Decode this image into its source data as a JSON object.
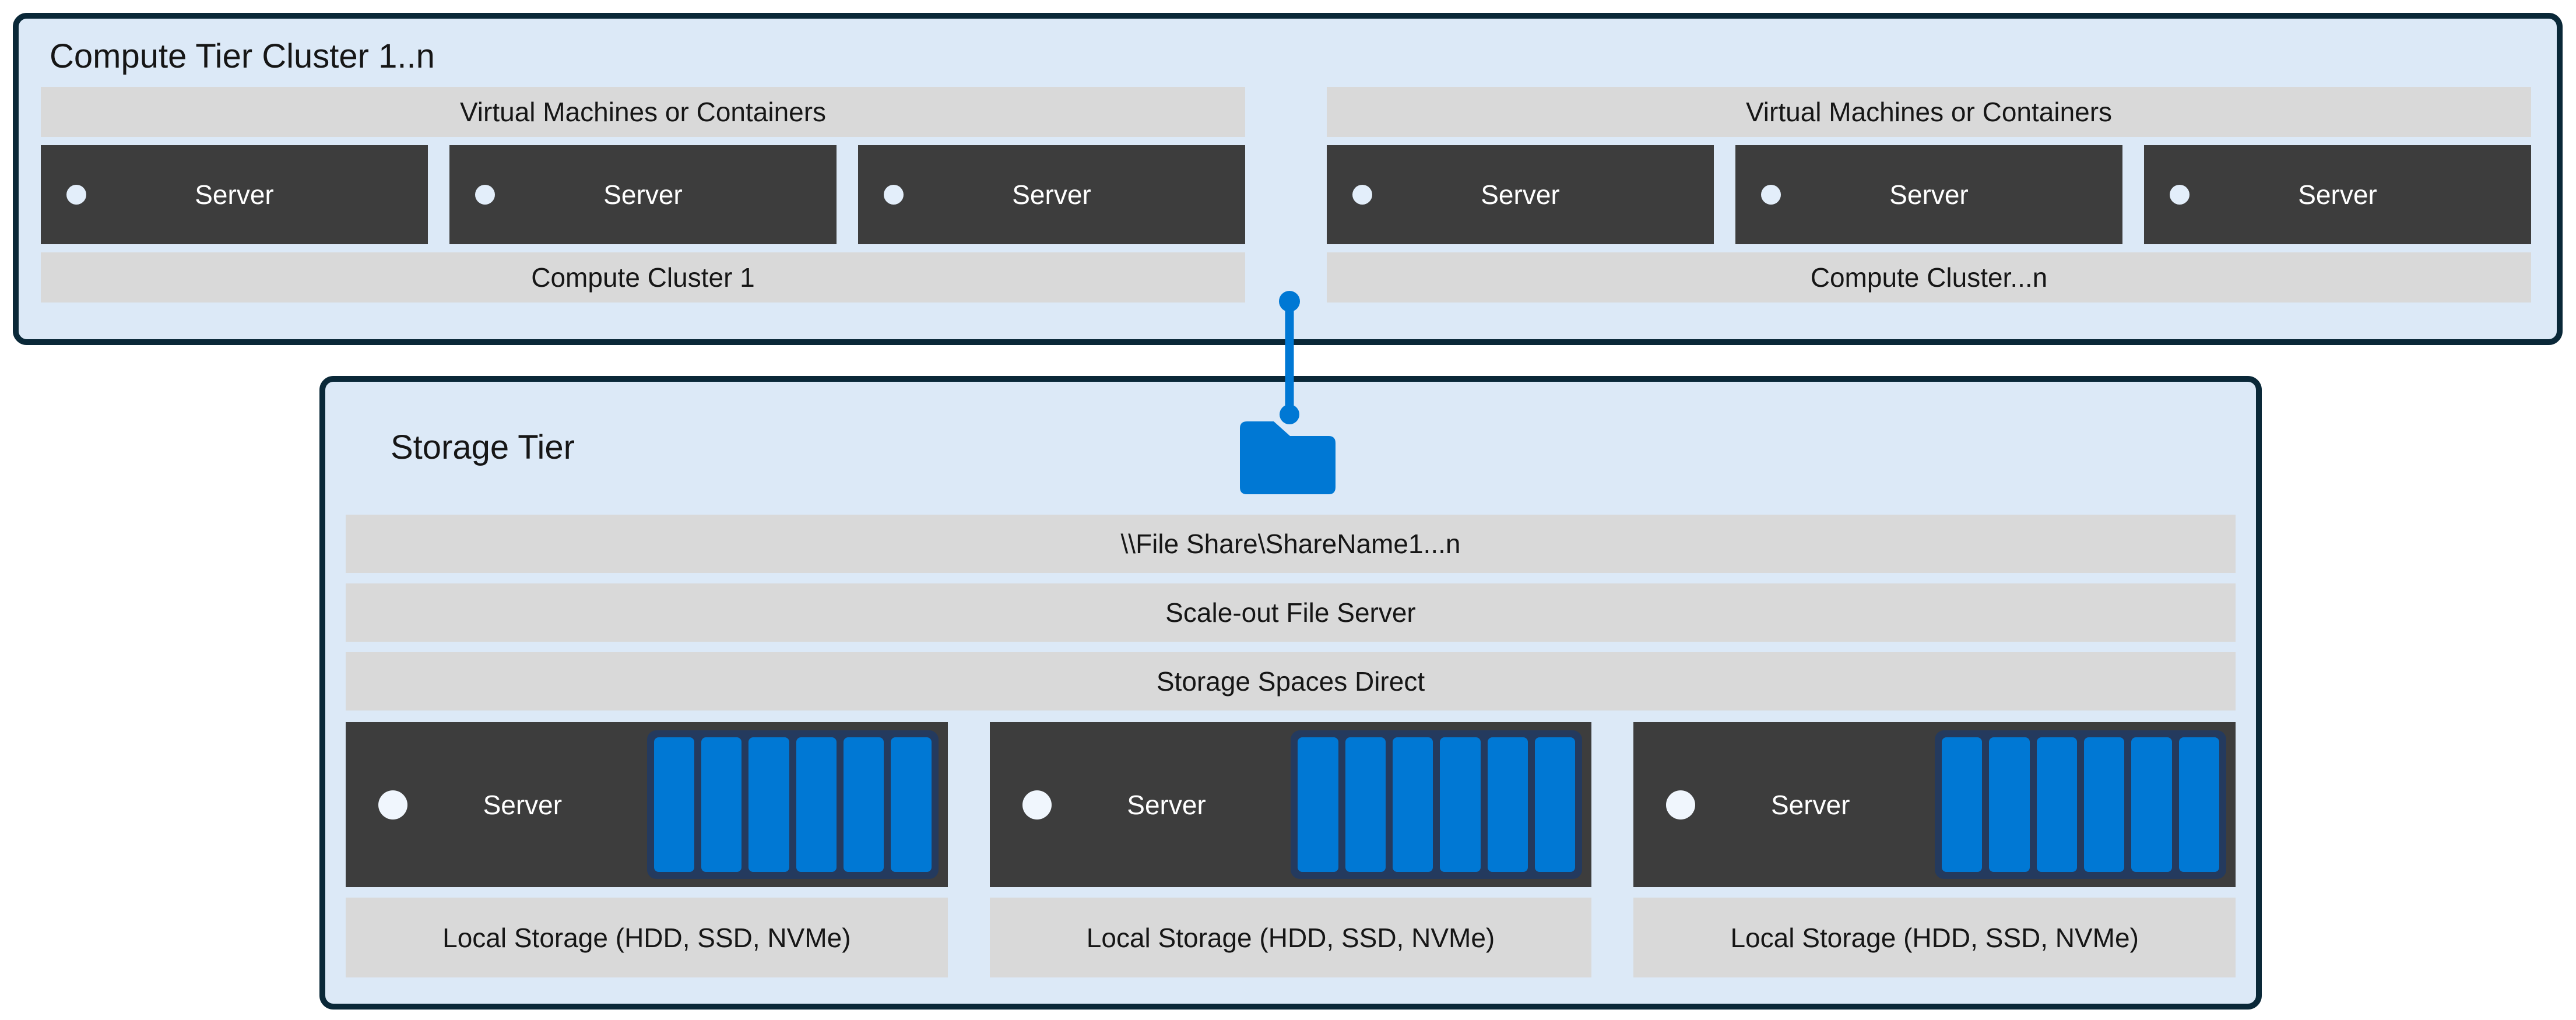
{
  "diagram": {
    "compute_tier": {
      "title": "Compute Tier Cluster 1..n",
      "clusters": [
        {
          "header": "Virtual Machines or Containers",
          "servers": [
            "Server",
            "Server",
            "Server"
          ],
          "footer": "Compute Cluster 1"
        },
        {
          "header": "Virtual Machines or Containers",
          "servers": [
            "Server",
            "Server",
            "Server"
          ],
          "footer": "Compute Cluster...n"
        }
      ]
    },
    "storage_tier": {
      "title": "Storage Tier",
      "file_share_path": "\\\\File Share\\ShareName1...n",
      "file_server_label": "Scale-out File Server",
      "storage_label": "Storage Spaces Direct",
      "nodes": [
        {
          "server": "Server",
          "disk_count": 6,
          "local_storage": "Local Storage (HDD, SSD, NVMe)"
        },
        {
          "server": "Server",
          "disk_count": 6,
          "local_storage": "Local Storage (HDD, SSD, NVMe)"
        },
        {
          "server": "Server",
          "disk_count": 6,
          "local_storage": "Local Storage (HDD, SSD, NVMe)"
        }
      ]
    },
    "colors": {
      "accent_blue": "#0078D4",
      "tier_fill": "#DCE9F7",
      "tier_border": "#0A2838",
      "bar_fill": "#D9D9D9",
      "server_fill": "#3D3D3D",
      "disk_border_navy": "#243A5E",
      "text_dark": "#161616",
      "text_light": "#FFFFFF"
    }
  }
}
